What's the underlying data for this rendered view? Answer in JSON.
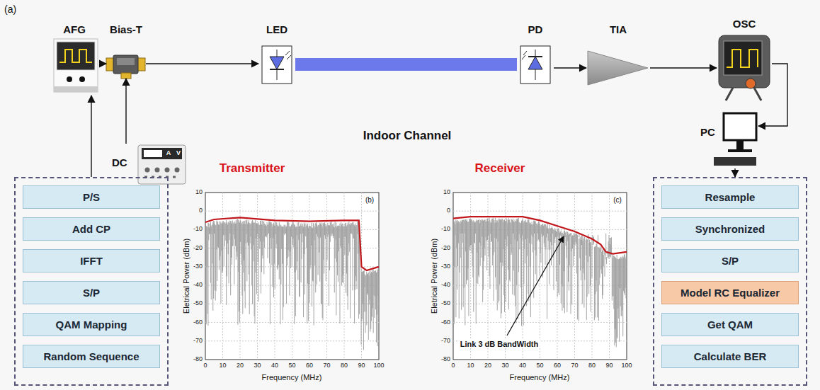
{
  "diagram": {
    "nodes": [
      {
        "text": [
          "AFG"
        ]
      },
      {
        "text": [
          "Bias-T"
        ]
      },
      {
        "text": [
          "LED"
        ]
      },
      {
        "text": [
          "PD"
        ]
      },
      {
        "text": [
          "TIA"
        ]
      },
      {
        "text": [
          "OSC"
        ]
      },
      {
        "text": [
          "PC"
        ]
      },
      {
        "text": [
          "DC"
        ]
      },
      {
        "text": []
      },
      {
        "text": [
          "P/S"
        ],
        "in": 8
      },
      {
        "text": [
          "Add CP"
        ],
        "in": 8
      },
      {
        "text": [
          "IFFT"
        ],
        "in": 8
      },
      {
        "text": [
          "S/P"
        ],
        "in": 8
      },
      {
        "text": [
          "QAM Mapping"
        ],
        "in": 8
      },
      {
        "text": [
          "Random Sequence"
        ],
        "in": 8
      },
      {
        "text": []
      },
      {
        "text": [
          "Resample"
        ],
        "in": 15
      },
      {
        "text": [
          "Synchronized"
        ],
        "in": 15
      },
      {
        "text": [
          "S/P"
        ],
        "in": 15
      },
      {
        "text": [
          "Model RC Equalizer"
        ],
        "in": 15
      },
      {
        "text": [
          "Get QAM"
        ],
        "in": 15
      },
      {
        "text": [
          "Calculate BER"
        ],
        "in": 15
      }
    ],
    "edges": [
      {
        "from": 8,
        "to": 0,
        "arrow": "to"
      },
      {
        "from": 0,
        "to": 1,
        "arrow": "to"
      },
      {
        "from": 1,
        "to": 2,
        "arrow": "to"
      },
      {
        "from": 7,
        "to": 1,
        "arrow": "to"
      },
      {
        "from": 2,
        "to": 3,
        "arrow": "none"
      },
      {
        "from": 3,
        "to": 4,
        "arrow": "to"
      },
      {
        "from": 4,
        "to": 5,
        "arrow": "to"
      },
      {
        "from": 5,
        "to": 6,
        "arrow": "to"
      },
      {
        "from": 6,
        "to": 15,
        "arrow": "to"
      }
    ],
    "labels": [
      "(a)",
      "Indoor Channel",
      "A",
      "V",
      "Transmitter",
      "(b)",
      "Eletrical Power (dBm)",
      "10",
      "0",
      "-10",
      "-20",
      "-30",
      "-40",
      "-50",
      "-60",
      "-70",
      "-80",
      "0",
      "10",
      "20",
      "30",
      "40",
      "50",
      "60",
      "70",
      "80",
      "90",
      "100",
      "Frequency (MHz)",
      "Receiver",
      "(c)",
      "Eletrical Power (dBm)",
      "10",
      "0",
      "-10",
      "-20",
      "-30",
      "-40",
      "-50",
      "-60",
      "-70",
      "-80",
      "0",
      "10",
      "20",
      "30",
      "40",
      "50",
      "60",
      "70",
      "80",
      "90",
      "100",
      "Frequency (MHz)",
      "Link 3 dB BandWidth"
    ]
  }
}
